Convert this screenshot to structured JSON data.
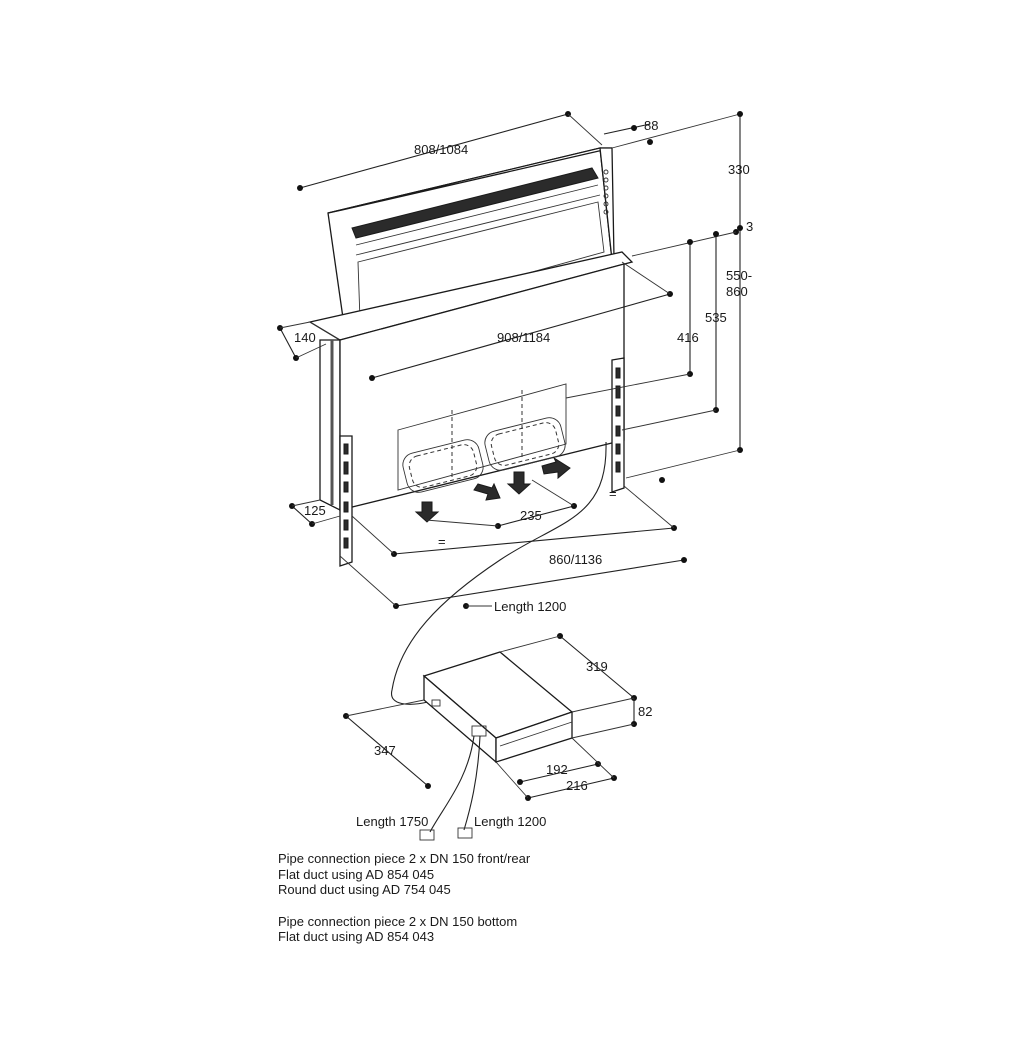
{
  "dimensions": {
    "width_top": "808/1084",
    "depth_top": "88",
    "height_top": "330",
    "gap": "3",
    "height_range": "550-\n860",
    "height_535": "535",
    "height_416": "416",
    "worktop_width": "908/1184",
    "worktop_depth": "140",
    "bottom_depth": "125",
    "offset_235": "235",
    "equal_mark_1": "=",
    "equal_mark_2": "=",
    "cutout_width": "860/1136",
    "cable_length": "Length 1200",
    "fan_depth": "319",
    "fan_height": "82",
    "fan_width": "347",
    "fan_192": "192",
    "fan_216": "216",
    "cable_1750": "Length 1750",
    "cable_1200b": "Length 1200"
  },
  "notes": {
    "line1": "Pipe connection piece 2 x DN 150 front/rear",
    "line2": "Flat duct using AD 854 045",
    "line3": "Round duct using AD 754 045",
    "line4": "Pipe connection piece 2 x DN 150 bottom",
    "line5": "Flat duct using AD 854 043"
  }
}
